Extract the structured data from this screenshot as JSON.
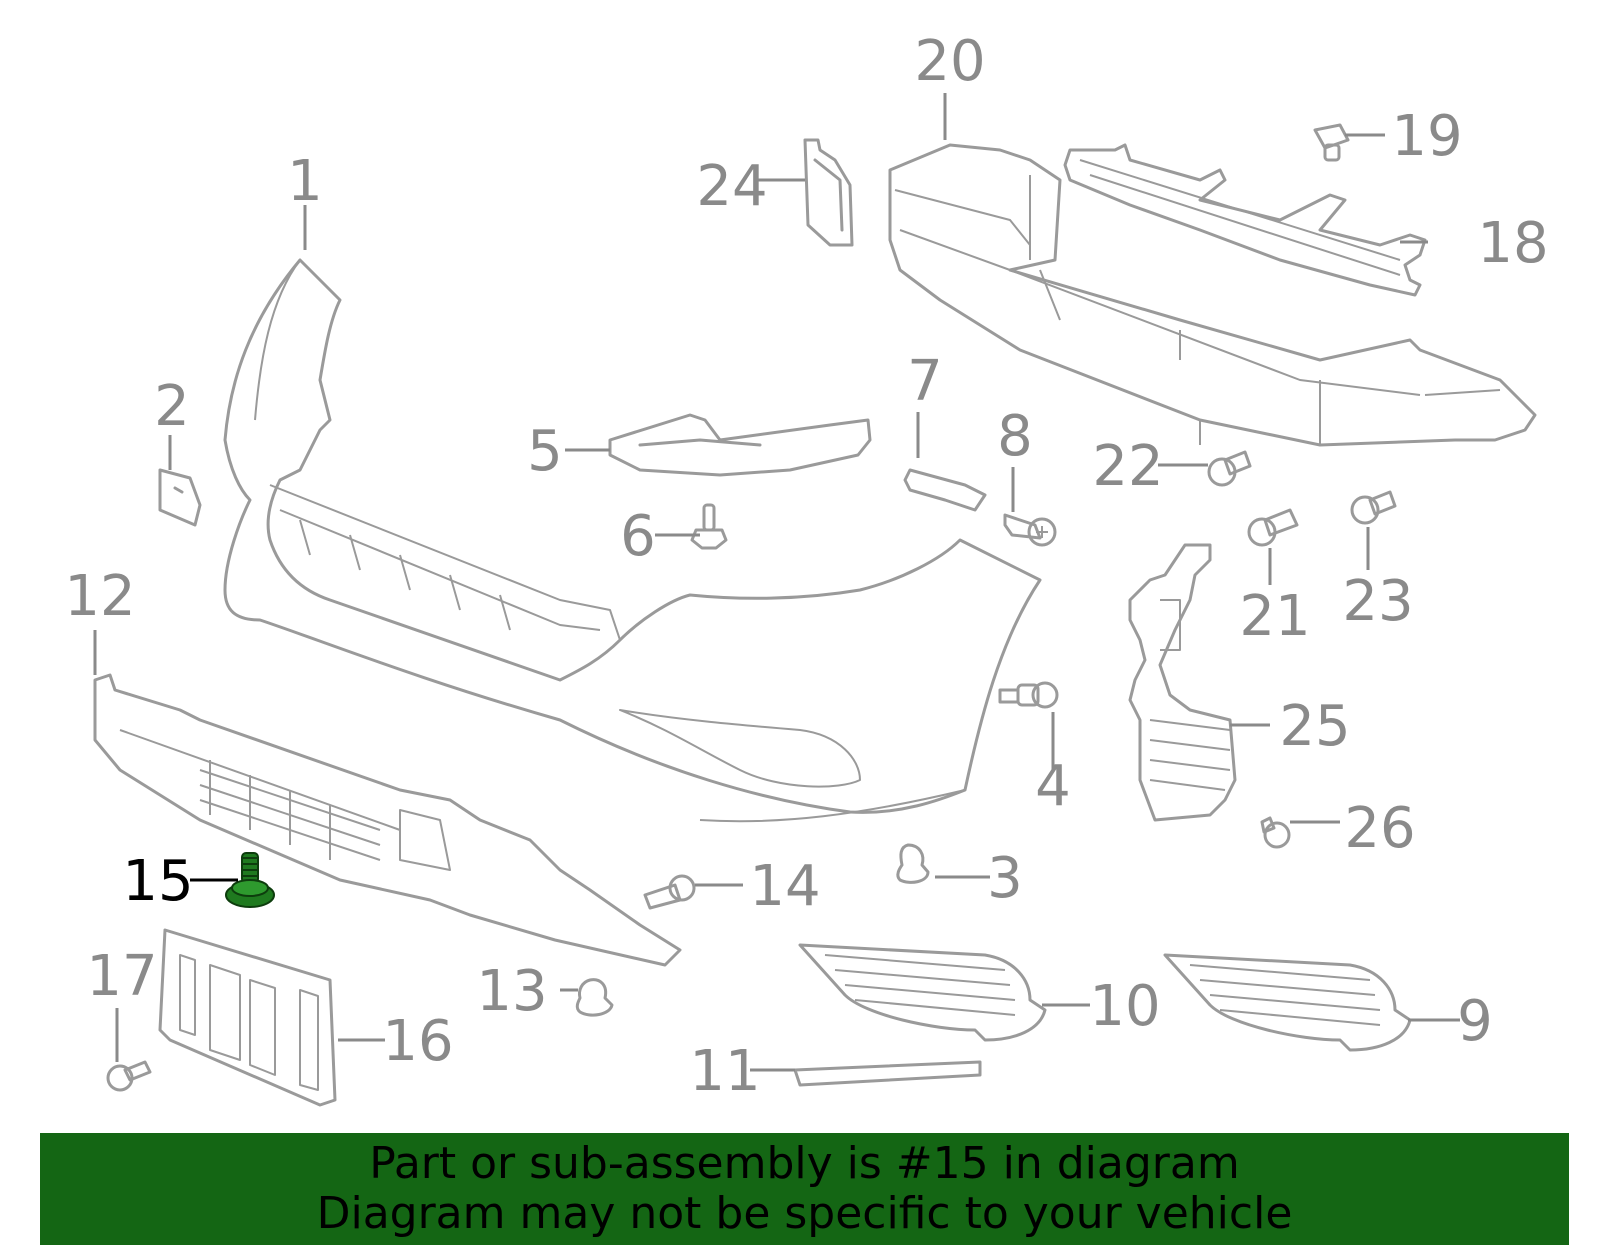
{
  "diagram": {
    "highlighted_part": "15",
    "callouts": [
      {
        "id": "1",
        "label": "1"
      },
      {
        "id": "2",
        "label": "2"
      },
      {
        "id": "3",
        "label": "3"
      },
      {
        "id": "4",
        "label": "4"
      },
      {
        "id": "5",
        "label": "5"
      },
      {
        "id": "6",
        "label": "6"
      },
      {
        "id": "7",
        "label": "7"
      },
      {
        "id": "8",
        "label": "8"
      },
      {
        "id": "9",
        "label": "9"
      },
      {
        "id": "10",
        "label": "10"
      },
      {
        "id": "11",
        "label": "11"
      },
      {
        "id": "12",
        "label": "12"
      },
      {
        "id": "13",
        "label": "13"
      },
      {
        "id": "14",
        "label": "14"
      },
      {
        "id": "15",
        "label": "15"
      },
      {
        "id": "16",
        "label": "16"
      },
      {
        "id": "17",
        "label": "17"
      },
      {
        "id": "18",
        "label": "18"
      },
      {
        "id": "19",
        "label": "19"
      },
      {
        "id": "20",
        "label": "20"
      },
      {
        "id": "21",
        "label": "21"
      },
      {
        "id": "22",
        "label": "22"
      },
      {
        "id": "23",
        "label": "23"
      },
      {
        "id": "24",
        "label": "24"
      },
      {
        "id": "25",
        "label": "25"
      },
      {
        "id": "26",
        "label": "26"
      }
    ],
    "colors": {
      "line": "#9a9a9a",
      "label": "#8a8a8a",
      "highlight_label": "#000000",
      "highlight_part": "#1f7a1f",
      "banner": "#146614"
    }
  },
  "banner": {
    "line1": "Part or sub-assembly is #15 in diagram",
    "line2": "Diagram may not be specific to your vehicle"
  }
}
